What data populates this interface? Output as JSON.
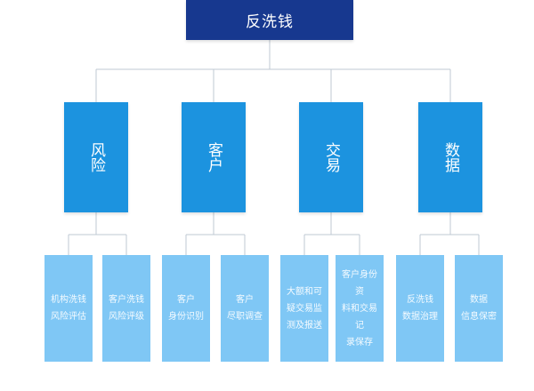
{
  "root": {
    "label": "反洗钱"
  },
  "categories": [
    {
      "label": "风险",
      "children": [
        "机构洗钱风险评估",
        "客户洗钱风险评级"
      ]
    },
    {
      "label": "客户",
      "children": [
        "客户身份识别",
        "客户尽职调查"
      ]
    },
    {
      "label": "交易",
      "children": [
        "大额和可疑交易监测及报送",
        "客户身份资料和交易记录保存"
      ]
    },
    {
      "label": "数据",
      "children": [
        "反洗钱数据治理",
        "数据信息保密"
      ]
    }
  ],
  "leaf_lines": [
    [
      "机构洗钱",
      "风险评估"
    ],
    [
      "客户洗钱",
      "风险评级"
    ],
    [
      "客户",
      "身份识别"
    ],
    [
      "客户",
      "尽职调查"
    ],
    [
      "大额和可",
      "疑交易监",
      "测及报送"
    ],
    [
      "客户身份资",
      "料和交易记",
      "录保存"
    ],
    [
      "反洗钱",
      "数据治理"
    ],
    [
      "数据",
      "信息保密"
    ]
  ],
  "colors": {
    "root": "#17388f",
    "category": "#1c93df",
    "leaf": "#7fc7f5",
    "connector": "#bfc9d3"
  }
}
